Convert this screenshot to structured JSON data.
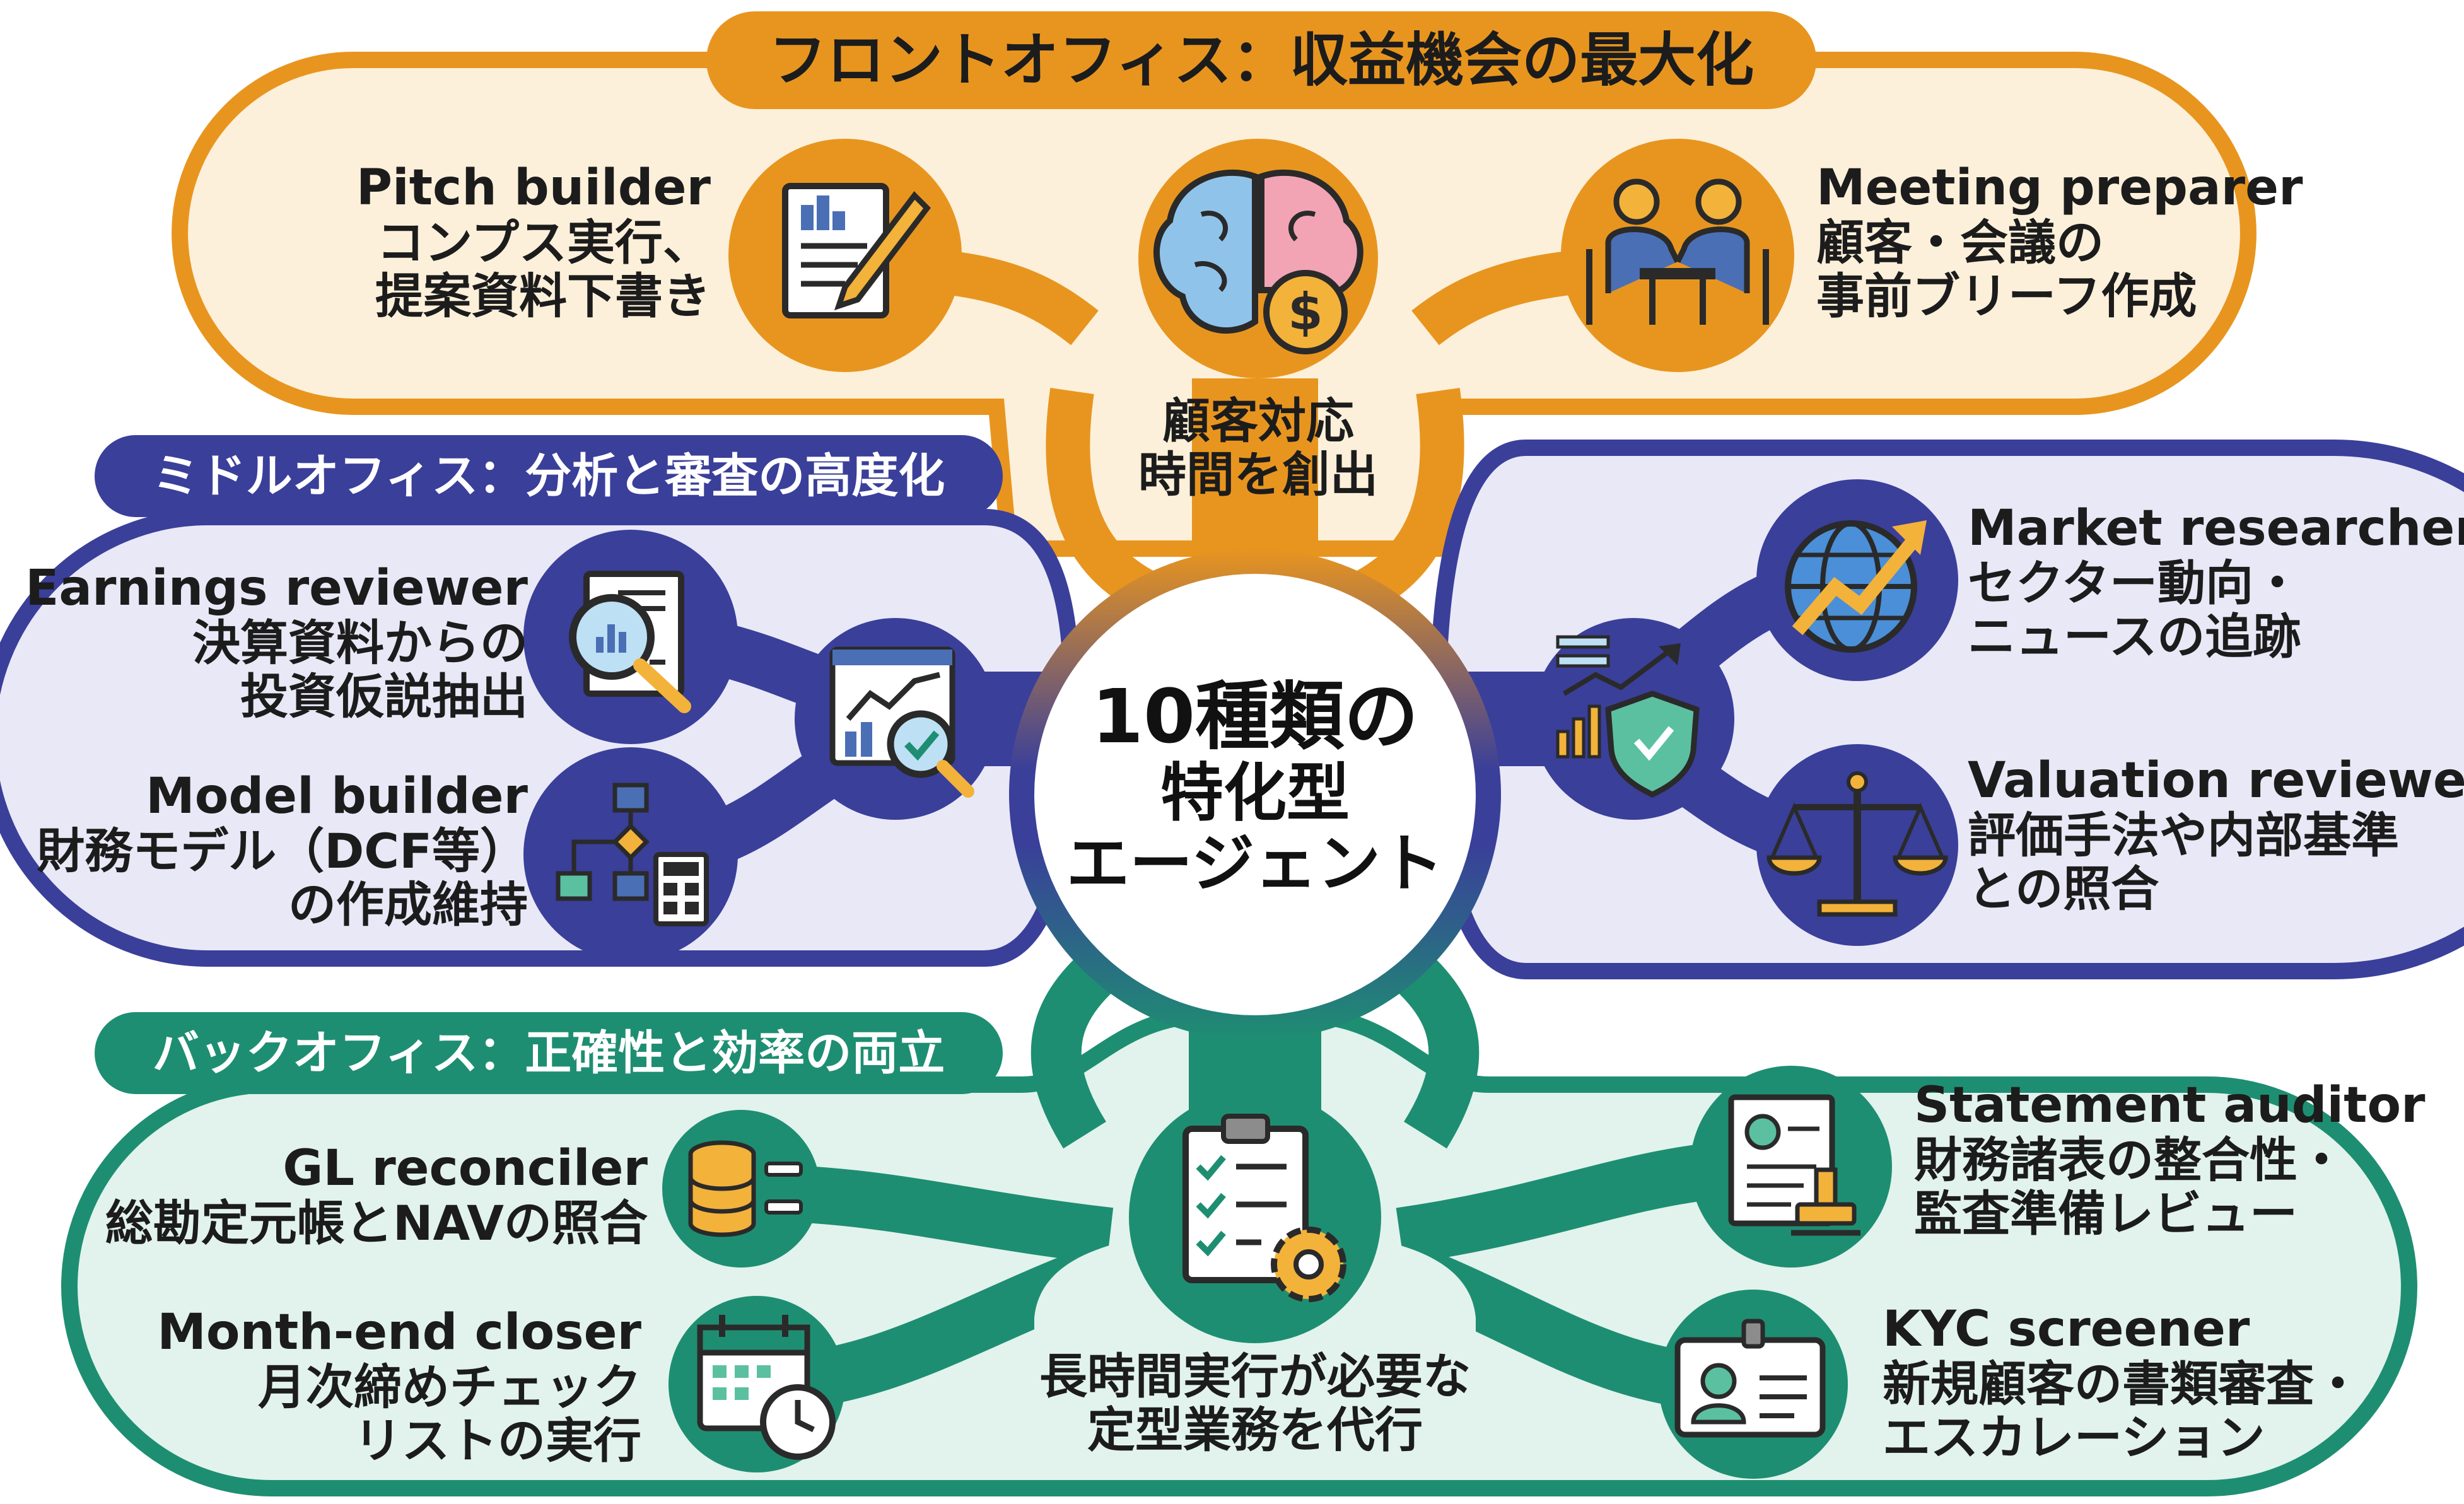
{
  "colors": {
    "front": "#E8951F",
    "front_fill": "#FDF0DA",
    "middle": "#3A3F9A",
    "middle_fill": "#E9E8F7",
    "back": "#1E8E72",
    "back_fill": "#E1F3EC",
    "center_fill": "#FFFFFF",
    "text": "#1C1C1C"
  },
  "front": {
    "banner": "フロントオフィス：収益機会の最大化",
    "hub_text": [
      "顧客対応",
      "時間を創出"
    ],
    "agents": [
      {
        "name": "Pitch builder",
        "desc": [
          "コンプス実行、",
          "提案資料下書き"
        ],
        "icon": "pitch-document-icon"
      },
      {
        "name": "Meeting preparer",
        "desc": [
          "顧客・会議の",
          "事前ブリーフ作成"
        ],
        "icon": "meeting-icon"
      }
    ],
    "hub_icon": "brain-dollar-icon"
  },
  "middle": {
    "banner": "ミドルオフィス：分析と審査の高度化",
    "agents": [
      {
        "name": "Earnings reviewer",
        "desc": [
          "決算資料からの",
          "投資仮説抽出"
        ],
        "icon": "report-magnifier-icon"
      },
      {
        "name": "Model builder",
        "desc": [
          "財務モデル（DCF等）",
          "の作成維持"
        ],
        "icon": "flowchart-calculator-icon"
      },
      {
        "name": "Market researcher",
        "desc": [
          "セクター動向・",
          "ニュースの追跡"
        ],
        "icon": "globe-growth-icon"
      },
      {
        "name": "Valuation reviewer",
        "desc": [
          "評価手法や内部基準",
          "との照合"
        ],
        "icon": "balance-scale-icon"
      }
    ],
    "hub_left_icon": "chart-check-icon",
    "hub_right_icon": "chart-shield-icon"
  },
  "back": {
    "banner": "バックオフィス：正確性と効率の両立",
    "hub_text": [
      "長時間実行が必要な",
      "定型業務を代行"
    ],
    "agents": [
      {
        "name": "GL reconciler",
        "desc": [
          "総勘定元帳とNAVの照合"
        ],
        "icon": "database-list-icon"
      },
      {
        "name": "Month-end closer",
        "desc": [
          "月次締めチェック",
          "リストの実行"
        ],
        "icon": "calendar-clock-icon"
      },
      {
        "name": "Statement auditor",
        "desc": [
          "財務諸表の整合性・",
          "監査準備レビュー"
        ],
        "icon": "document-stamp-icon"
      },
      {
        "name": "KYC screener",
        "desc": [
          "新規顧客の書類審査・",
          "エスカレーション"
        ],
        "icon": "id-card-icon"
      }
    ],
    "hub_icon": "clipboard-gear-icon"
  },
  "center": {
    "lines": [
      "10種類の",
      "特化型",
      "エージェント"
    ]
  }
}
